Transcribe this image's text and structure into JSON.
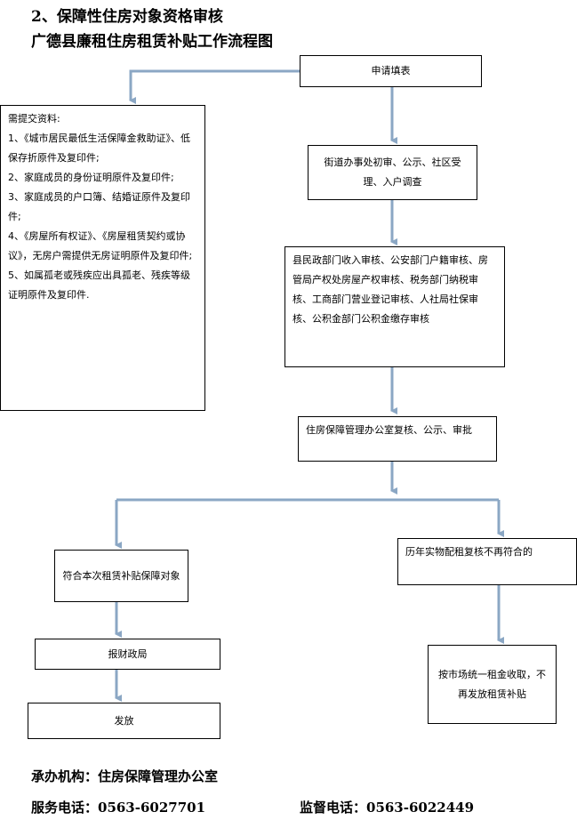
{
  "header": {
    "title_line1": "2、保障性住房对象资格审核",
    "title_line2": "广德县廉租住房租赁补贴工作流程图"
  },
  "flow": {
    "apply": "申请填表",
    "street_review": "街道办事处初审、公示、社区受理、入户调查",
    "county_review": "县民政部门收入审核、公安部门户籍审核、房管局产权处房屋产权审核、税务部门纳税审核、工商部门营业登记审核、人社局社保审核、公积金部门公积金缴存审核",
    "housing_office": "住房保障管理办公室复核、公示、审批",
    "eligible": "符合本次租赁补贴保障对象",
    "not_eligible": "历年实物配租复核不再符合的",
    "finance": "报财政局",
    "issue": "发放",
    "stop": "按市场统一租金收取，不再发放租赁补贴"
  },
  "materials": {
    "heading": "需提交资料:",
    "items": [
      "1、《城市居民最低生活保障金救助证》、低保存折原件及复印件;",
      "2、家庭成员的身份证明原件及复印件;",
      "3、家庭成员的户口簿、结婚证原件及复印件;",
      "4、《房屋所有权证》、《房屋租赁契约或协议》，无房户需提供无房证明原件及复印件;",
      "5、如属孤老或残疾应出具孤老、残疾等级证明原件及复印件."
    ]
  },
  "footer": {
    "agency": "承办机构：住房保障管理办公室",
    "service_phone": "服务电话：0563-6027701",
    "supervise_phone": "监督电话：0563-6022449"
  },
  "colors": {
    "connector": "#8ba7c4"
  }
}
